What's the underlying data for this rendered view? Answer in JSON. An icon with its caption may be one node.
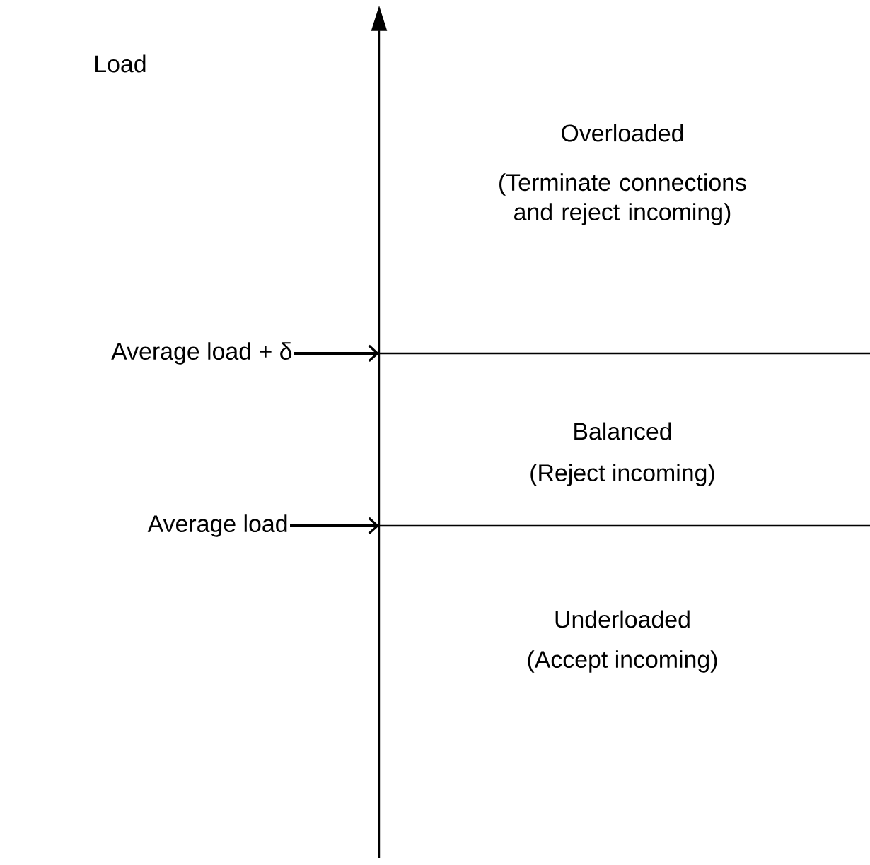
{
  "diagram": {
    "nodes": [
      {
        "text": [
          "Average load + δ"
        ]
      },
      {
        "text": [
          "Average load"
        ]
      }
    ],
    "edges": [
      {
        "from": 0,
        "to": null,
        "arrow": "to"
      },
      {
        "from": 1,
        "to": null,
        "arrow": "to"
      }
    ],
    "labels": [
      "Load",
      "Overloaded",
      "(Terminate connections and reject incoming)",
      "Balanced",
      "(Reject incoming)",
      "Underloaded",
      "(Accept incoming)"
    ]
  }
}
